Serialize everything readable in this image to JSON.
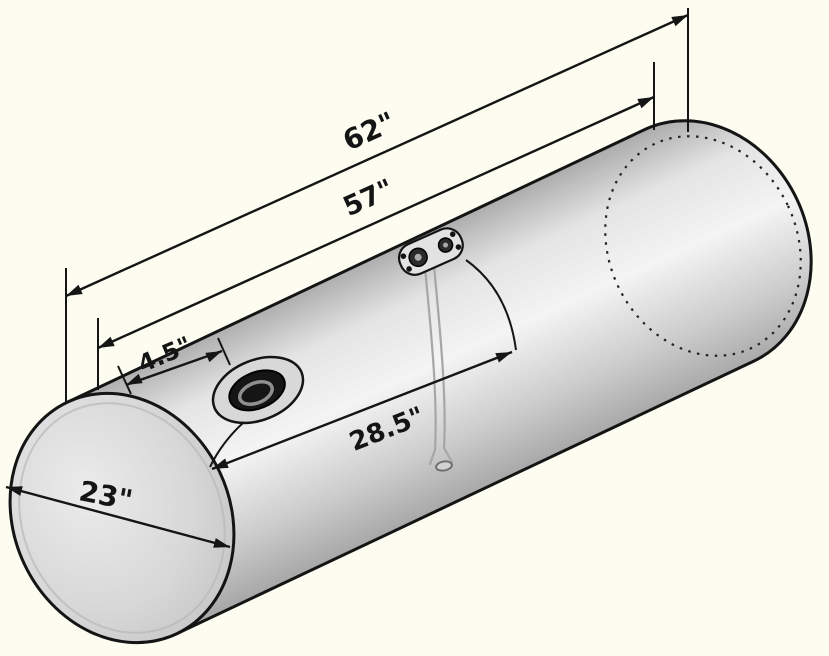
{
  "diagram": {
    "dimensions": {
      "overall_length": "62\"",
      "shell_length": "57\"",
      "filler_to_end": "4.5\"",
      "filler_to_sender": "28.5\"",
      "diameter": "23\""
    },
    "colors": {
      "background": "#fcfcf1",
      "line": "#151515",
      "tank_highlight": "#f4f4f4",
      "tank_shadow": "#a8a8a8"
    }
  }
}
